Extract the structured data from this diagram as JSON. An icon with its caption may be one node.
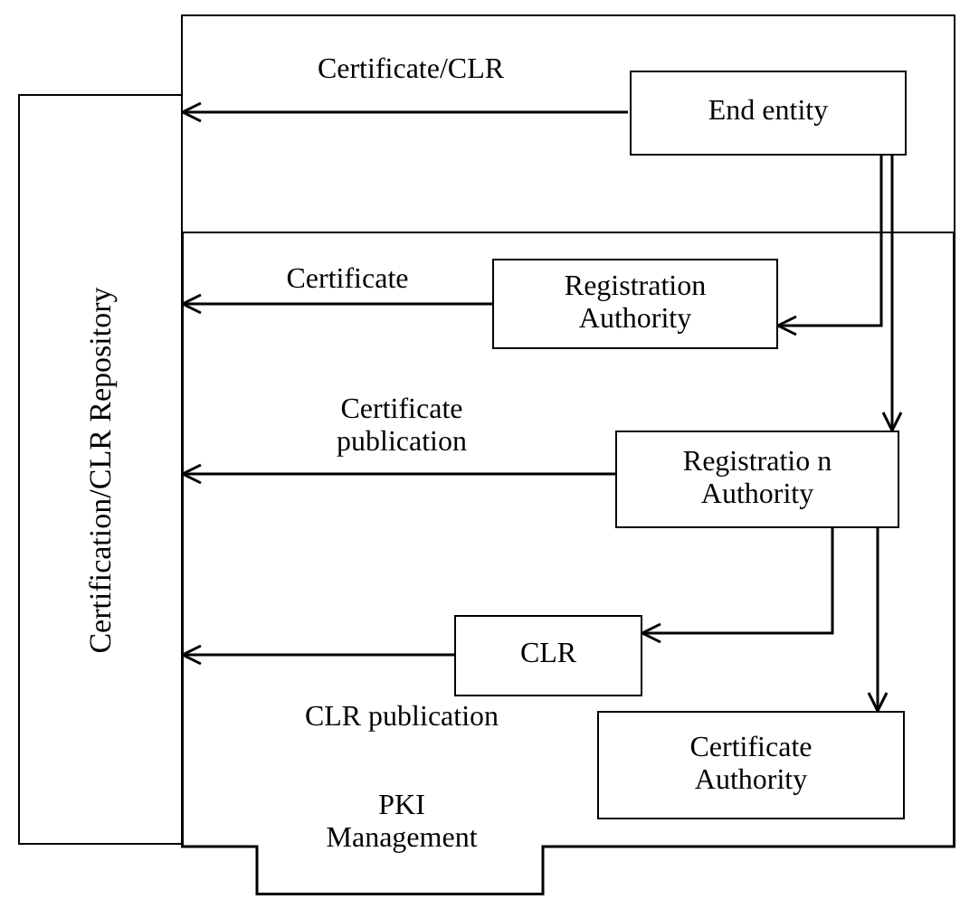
{
  "diagram": {
    "nodes": [
      {
        "text": [
          "Certification/CLR Repository"
        ]
      },
      {
        "text": [],
        "shape": "box"
      },
      {
        "text": [
          "PKI Management"
        ]
      },
      {
        "text": [
          "End entity"
        ],
        "in": 1
      },
      {
        "text": [
          "Registration Authority"
        ],
        "in": 2
      },
      {
        "text": [
          "Registratio n Authority"
        ],
        "in": 2
      },
      {
        "text": [
          "CLR"
        ],
        "in": 2
      },
      {
        "text": [
          "Certificate Authority"
        ],
        "in": 2
      }
    ],
    "edges": [
      {
        "from": 3,
        "to": 0,
        "arrow": "to",
        "label": "Certificate/CLR"
      },
      {
        "from": 4,
        "to": 0,
        "arrow": "to",
        "label": "Certificate"
      },
      {
        "from": 5,
        "to": 0,
        "arrow": "to",
        "label": "Certificate publication"
      },
      {
        "from": 6,
        "to": 0,
        "arrow": "to",
        "label": "CLR publication"
      },
      {
        "from": 3,
        "to": 4,
        "arrow": "to"
      },
      {
        "from": 3,
        "to": 5,
        "arrow": "to"
      },
      {
        "from": 5,
        "to": 6,
        "arrow": "to"
      },
      {
        "from": 5,
        "to": 7,
        "arrow": "to"
      }
    ]
  }
}
